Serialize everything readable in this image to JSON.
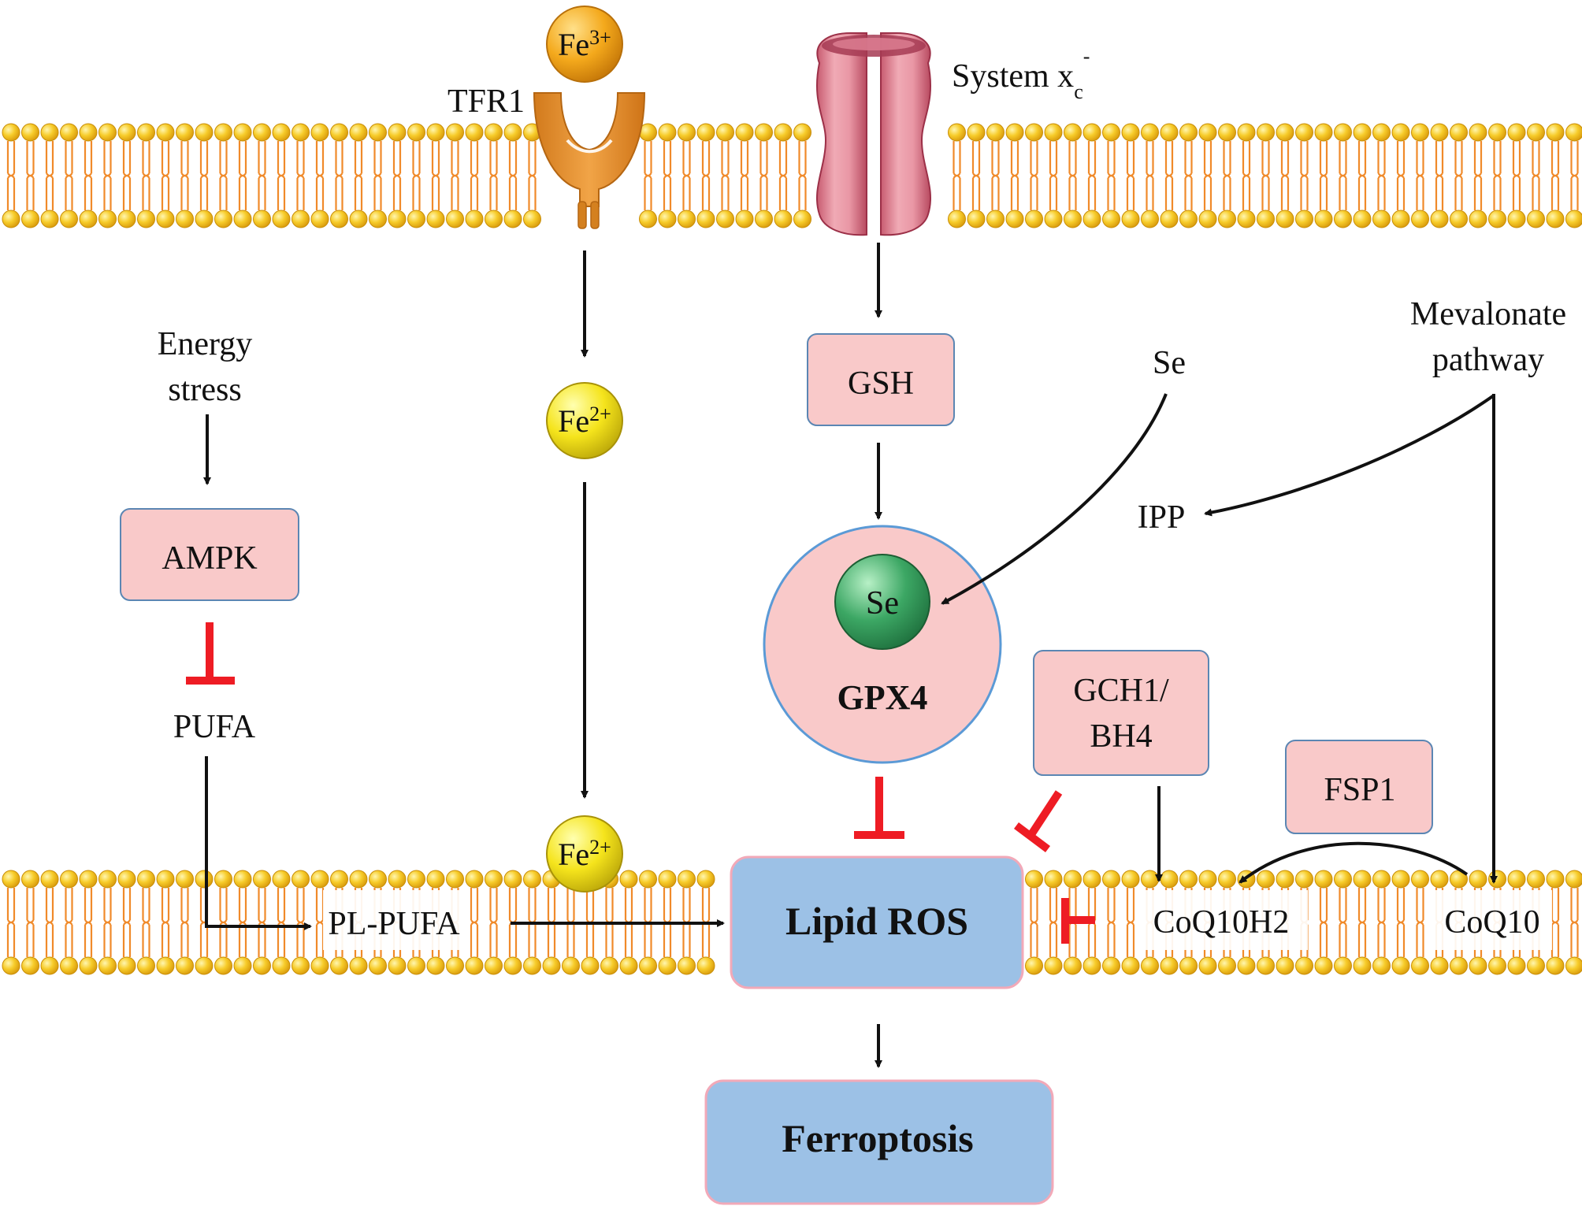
{
  "labels": {
    "fe3": "Fe",
    "fe3_sup": "3+",
    "tfr1": "TFR1",
    "system_xc": "System x",
    "system_xc_sub": "c",
    "system_xc_sup": "-",
    "energy": "Energy",
    "stress": "stress",
    "ampk": "AMPK",
    "pufa": "PUFA",
    "fe2_top": "Fe",
    "fe2_top_sup": "2+",
    "fe2_bottom": "Fe",
    "fe2_bottom_sup": "2+",
    "gsh": "GSH",
    "se_free": "Se",
    "se_core": "Se",
    "gpx4": "GPX4",
    "mevalonate": "Mevalonate",
    "pathway": "pathway",
    "ipp": "IPP",
    "gch1": "GCH1/",
    "bh4": "BH4",
    "fsp1": "FSP1",
    "pl_pufa": "PL-PUFA",
    "lipid_ros": "Lipid ROS",
    "coq10h2": "CoQ10H2",
    "coq10": "CoQ10",
    "ferroptosis": "Ferroptosis"
  },
  "colors": {
    "membrane_head": "#f5c518",
    "membrane_tail": "#f08a2a",
    "pink_box": "#f9c9c9",
    "blue_box": "#9cc1e6",
    "inhibit": "#ee1c24",
    "arrow": "#111111",
    "fe3_ion": "#f3a21a",
    "fe2_ion": "#f2e21a",
    "se_ion": "#2f9b5a",
    "tfr1": "#e8952e",
    "xc_transporter": "#e08a9a"
  }
}
